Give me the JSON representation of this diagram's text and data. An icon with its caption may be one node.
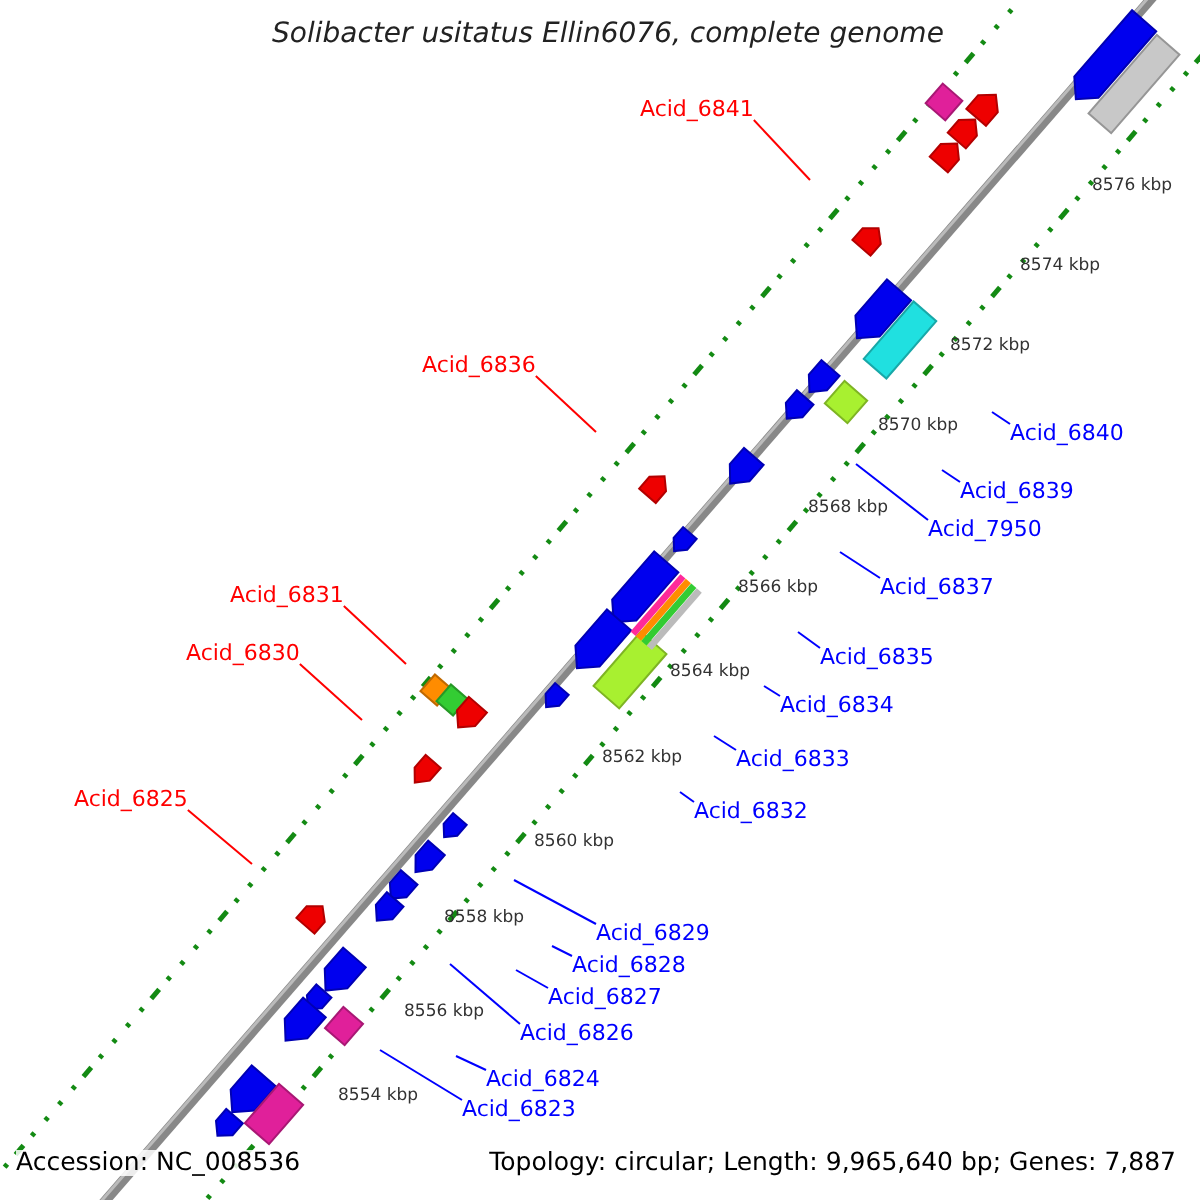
{
  "diagram": {
    "title": "Solibacter usitatus Ellin6076, complete genome",
    "nodes": [
      {
        "text": [
          "Acid_6841"
        ]
      },
      {
        "text": [
          "Acid_6836"
        ]
      },
      {
        "text": [
          "Acid_6840"
        ]
      },
      {
        "text": [
          "Acid_6839"
        ]
      },
      {
        "text": [
          "Acid_7950"
        ]
      },
      {
        "text": [
          "Acid_6837"
        ]
      },
      {
        "text": [
          "Acid_6831"
        ]
      },
      {
        "text": [
          "Acid_6830"
        ]
      },
      {
        "text": [
          "Acid_6835"
        ]
      },
      {
        "text": [
          "Acid_6834"
        ]
      },
      {
        "text": [
          "Acid_6833"
        ]
      },
      {
        "text": [
          "Acid_6825"
        ]
      },
      {
        "text": [
          "Acid_6832"
        ]
      },
      {
        "text": [
          "Acid_6829"
        ]
      },
      {
        "text": [
          "Acid_6828"
        ]
      },
      {
        "text": [
          "Acid_6827"
        ]
      },
      {
        "text": [
          "Acid_6826"
        ]
      },
      {
        "text": [
          "Acid_6824"
        ]
      },
      {
        "text": [
          "Acid_6823"
        ]
      }
    ],
    "edges": [
      {
        "from": 0,
        "to": null,
        "arrow": "none",
        "color": "#ff0000"
      },
      {
        "from": 1,
        "to": null,
        "arrow": "none",
        "color": "#ff0000"
      },
      {
        "from": 2,
        "to": null,
        "arrow": "none"
      },
      {
        "from": 3,
        "to": null,
        "arrow": "none"
      },
      {
        "from": 4,
        "to": null,
        "arrow": "none"
      },
      {
        "from": 5,
        "to": null,
        "arrow": "none"
      },
      {
        "from": 6,
        "to": null,
        "arrow": "none",
        "color": "#ff0000"
      },
      {
        "from": 7,
        "to": null,
        "arrow": "none",
        "color": "#ff0000"
      },
      {
        "from": 8,
        "to": null,
        "arrow": "none"
      },
      {
        "from": 9,
        "to": null,
        "arrow": "none"
      },
      {
        "from": 10,
        "to": null,
        "arrow": "none"
      },
      {
        "from": 11,
        "to": null,
        "arrow": "none",
        "color": "#ff0000"
      },
      {
        "from": 12,
        "to": null,
        "arrow": "none"
      },
      {
        "from": 13,
        "to": null,
        "arrow": "none"
      },
      {
        "from": 14,
        "to": null,
        "arrow": "none"
      },
      {
        "from": 15,
        "to": null,
        "arrow": "none"
      },
      {
        "from": 16,
        "to": null,
        "arrow": "none"
      },
      {
        "from": 17,
        "to": null,
        "arrow": "none"
      },
      {
        "from": 18,
        "to": null,
        "arrow": "none"
      }
    ],
    "labels": [
      "8576 kbp",
      "8574 kbp",
      "8572 kbp",
      "8570 kbp",
      "8568 kbp",
      "8566 kbp",
      "8564 kbp",
      "8562 kbp",
      "8560 kbp",
      "8558 kbp",
      "8556 kbp",
      "8554 kbp",
      "Accession: NC_008536",
      "Topology: circular; Length: 9,965,640 bp; Genes: 7,887"
    ]
  }
}
